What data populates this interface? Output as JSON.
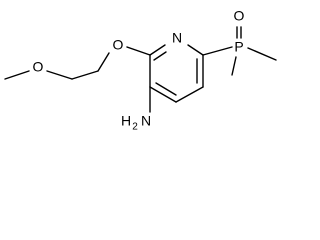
{
  "molecule": {
    "atoms": {
      "methoxy_oxygen": "O",
      "ether_oxygen": "O",
      "ring_nitrogen": "N",
      "phosphorus": "P",
      "phosphoryl_oxygen": "O",
      "amine": "H2N",
      "amine_h": "H",
      "amine_sub": "2",
      "amine_n": "N"
    }
  }
}
